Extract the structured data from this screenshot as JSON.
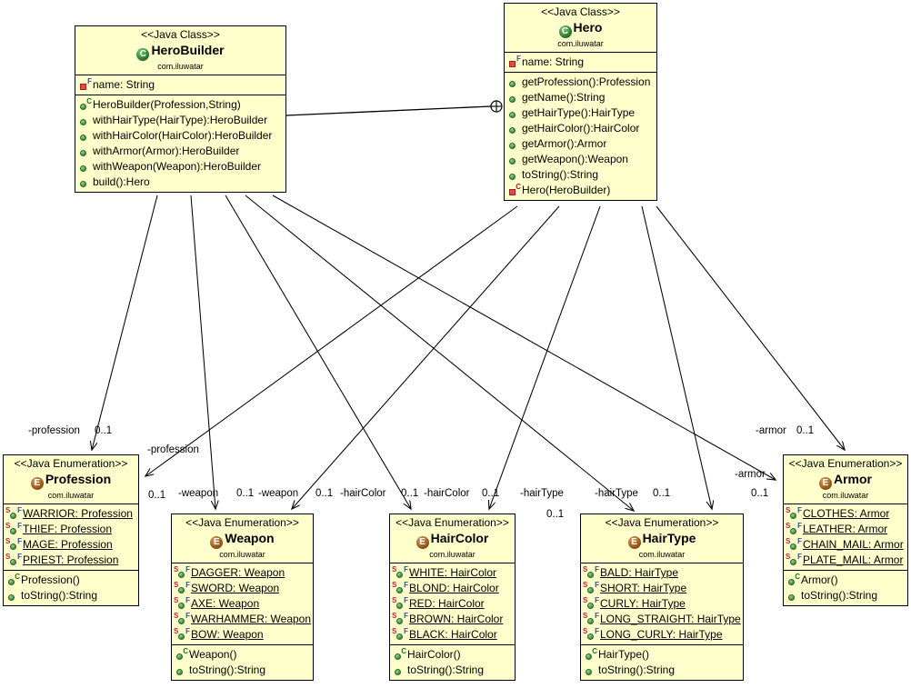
{
  "diagram": {
    "title": "Builder Pattern UML Class Diagram",
    "package": "com.iluwatar",
    "colors": {
      "box_fill": "#ffffcc",
      "box_border": "#000000",
      "class_icon": "#2e8b2e",
      "enum_icon": "#9c5a18",
      "public_member": "#3d8b3d",
      "private_member": "#e24a4a",
      "static_marker": "#c11f3a",
      "field_marker": "#2d4fa8",
      "edge": "#000000",
      "canvas": "#ffffff"
    },
    "stereotypes": {
      "class": "<<Java Class>>",
      "enumeration": "<<Java Enumeration>>"
    }
  },
  "nodes": {
    "herobuilder": {
      "stereotype": "<<Java Class>>",
      "name": "HeroBuilder",
      "package": "com.iluwatar",
      "icon": "java-class-icon",
      "fields": [
        {
          "icon": "private-field-icon",
          "label": "name: String",
          "underline": false
        }
      ],
      "methods": [
        {
          "icon": "public-constructor-icon",
          "label": "HeroBuilder(Profession,String)",
          "underline": false
        },
        {
          "icon": "public-method-icon",
          "label": "withHairType(HairType):HeroBuilder",
          "underline": false
        },
        {
          "icon": "public-method-icon",
          "label": "withHairColor(HairColor):HeroBuilder",
          "underline": false
        },
        {
          "icon": "public-method-icon",
          "label": "withArmor(Armor):HeroBuilder",
          "underline": false
        },
        {
          "icon": "public-method-icon",
          "label": "withWeapon(Weapon):HeroBuilder",
          "underline": false
        },
        {
          "icon": "public-method-icon",
          "label": "build():Hero",
          "underline": false
        }
      ]
    },
    "hero": {
      "stereotype": "<<Java Class>>",
      "name": "Hero",
      "package": "com.iluwatar",
      "icon": "java-class-icon",
      "fields": [
        {
          "icon": "private-field-icon",
          "label": "name: String",
          "underline": false
        }
      ],
      "methods": [
        {
          "icon": "public-method-icon",
          "label": "getProfession():Profession",
          "underline": false
        },
        {
          "icon": "public-method-icon",
          "label": "getName():String",
          "underline": false
        },
        {
          "icon": "public-method-icon",
          "label": "getHairType():HairType",
          "underline": false
        },
        {
          "icon": "public-method-icon",
          "label": "getHairColor():HairColor",
          "underline": false
        },
        {
          "icon": "public-method-icon",
          "label": "getArmor():Armor",
          "underline": false
        },
        {
          "icon": "public-method-icon",
          "label": "getWeapon():Weapon",
          "underline": false
        },
        {
          "icon": "public-method-icon",
          "label": "toString():String",
          "underline": false
        },
        {
          "icon": "private-constructor-icon",
          "label": "Hero(HeroBuilder)",
          "underline": false
        }
      ]
    },
    "profession": {
      "stereotype": "<<Java Enumeration>>",
      "name": "Profession",
      "package": "com.iluwatar",
      "icon": "java-enum-icon",
      "fields": [
        {
          "icon": "static-final-field-icon",
          "label": "WARRIOR: Profession",
          "underline": true
        },
        {
          "icon": "static-final-field-icon",
          "label": "THIEF: Profession",
          "underline": true
        },
        {
          "icon": "static-final-field-icon",
          "label": "MAGE: Profession",
          "underline": true
        },
        {
          "icon": "static-final-field-icon",
          "label": "PRIEST: Profession",
          "underline": true
        }
      ],
      "methods": [
        {
          "icon": "public-constructor-icon",
          "label": "Profession()",
          "underline": false
        },
        {
          "icon": "public-method-icon",
          "label": "toString():String",
          "underline": false
        }
      ]
    },
    "weapon": {
      "stereotype": "<<Java Enumeration>>",
      "name": "Weapon",
      "package": "com.iluwatar",
      "icon": "java-enum-icon",
      "fields": [
        {
          "icon": "static-final-field-icon",
          "label": "DAGGER: Weapon",
          "underline": true
        },
        {
          "icon": "static-final-field-icon",
          "label": "SWORD: Weapon",
          "underline": true
        },
        {
          "icon": "static-final-field-icon",
          "label": "AXE: Weapon",
          "underline": true
        },
        {
          "icon": "static-final-field-icon",
          "label": "WARHAMMER: Weapon",
          "underline": true
        },
        {
          "icon": "static-final-field-icon",
          "label": "BOW: Weapon",
          "underline": true
        }
      ],
      "methods": [
        {
          "icon": "public-constructor-icon",
          "label": "Weapon()",
          "underline": false
        },
        {
          "icon": "public-method-icon",
          "label": "toString():String",
          "underline": false
        }
      ]
    },
    "haircolor": {
      "stereotype": "<<Java Enumeration>>",
      "name": "HairColor",
      "package": "com.iluwatar",
      "icon": "java-enum-icon",
      "fields": [
        {
          "icon": "static-final-field-icon",
          "label": "WHITE: HairColor",
          "underline": true
        },
        {
          "icon": "static-final-field-icon",
          "label": "BLOND: HairColor",
          "underline": true
        },
        {
          "icon": "static-final-field-icon",
          "label": "RED: HairColor",
          "underline": true
        },
        {
          "icon": "static-final-field-icon",
          "label": "BROWN: HairColor",
          "underline": true
        },
        {
          "icon": "static-final-field-icon",
          "label": "BLACK: HairColor",
          "underline": true
        }
      ],
      "methods": [
        {
          "icon": "public-constructor-icon",
          "label": "HairColor()",
          "underline": false
        },
        {
          "icon": "public-method-icon",
          "label": "toString():String",
          "underline": false
        }
      ]
    },
    "hairtype": {
      "stereotype": "<<Java Enumeration>>",
      "name": "HairType",
      "package": "com.iluwatar",
      "icon": "java-enum-icon",
      "fields": [
        {
          "icon": "static-final-field-icon",
          "label": "BALD: HairType",
          "underline": true
        },
        {
          "icon": "static-final-field-icon",
          "label": "SHORT: HairType",
          "underline": true
        },
        {
          "icon": "static-final-field-icon",
          "label": "CURLY: HairType",
          "underline": true
        },
        {
          "icon": "static-final-field-icon",
          "label": "LONG_STRAIGHT: HairType",
          "underline": true
        },
        {
          "icon": "static-final-field-icon",
          "label": "LONG_CURLY: HairType",
          "underline": true
        }
      ],
      "methods": [
        {
          "icon": "public-constructor-icon",
          "label": "HairType()",
          "underline": false
        },
        {
          "icon": "public-method-icon",
          "label": "toString():String",
          "underline": false
        }
      ]
    },
    "armor": {
      "stereotype": "<<Java Enumeration>>",
      "name": "Armor",
      "package": "com.iluwatar",
      "icon": "java-enum-icon",
      "fields": [
        {
          "icon": "static-final-field-icon",
          "label": "CLOTHES: Armor",
          "underline": true
        },
        {
          "icon": "static-final-field-icon",
          "label": "LEATHER: Armor",
          "underline": true
        },
        {
          "icon": "static-final-field-icon",
          "label": "CHAIN_MAIL: Armor",
          "underline": true
        },
        {
          "icon": "static-final-field-icon",
          "label": "PLATE_MAIL: Armor",
          "underline": true
        }
      ],
      "methods": [
        {
          "icon": "public-constructor-icon",
          "label": "Armor()",
          "underline": false
        },
        {
          "icon": "public-method-icon",
          "label": "toString():String",
          "underline": false
        }
      ]
    }
  },
  "edge_labels": {
    "profession_from_builder_role": "-profession",
    "profession_from_builder_mult": "0..1",
    "profession_from_hero_role": "-profession",
    "profession_from_hero_mult": "0..1",
    "weapon_from_builder_role": "-weapon",
    "weapon_from_builder_mult": "0..1",
    "weapon_from_hero_role": "-weapon",
    "weapon_from_hero_mult": "0..1",
    "haircolor_from_builder_role": "-hairColor",
    "haircolor_from_builder_mult": "0..1",
    "haircolor_from_hero_role": "-hairColor",
    "haircolor_from_hero_mult": "0..1",
    "hairtype_from_builder_role": "-hairType",
    "hairtype_from_builder_mult": "0..1",
    "hairtype_from_hero_role": "-hairType",
    "hairtype_from_hero_mult": "0..1",
    "armor_from_builder_role": "-armor",
    "armor_from_builder_mult": "0..1",
    "armor_from_hero_role": "-armor",
    "armor_from_hero_mult": "0..1"
  }
}
